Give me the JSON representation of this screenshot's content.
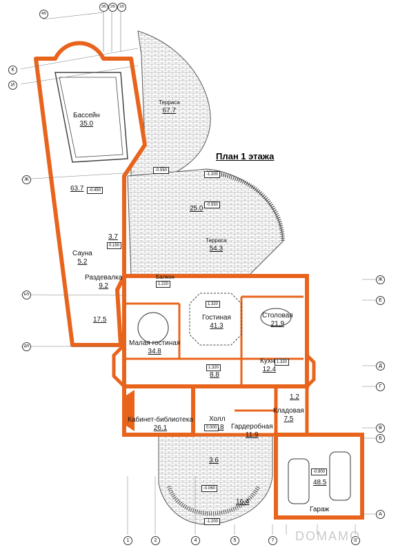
{
  "title": "План 1 этажа",
  "rooms": {
    "pool": {
      "name": "Бассейн",
      "area": "35.0"
    },
    "terrace": {
      "name": "Терраса",
      "area": "67.7"
    },
    "pool_hall": {
      "area": "63.7"
    },
    "room_3_7": {
      "area": "3.7"
    },
    "sauna": {
      "name": "Сауна",
      "area": "5.2"
    },
    "changing": {
      "name": "Раздевалка",
      "area": "9.2"
    },
    "balcony": {
      "name": "Балкон"
    },
    "terrace2": {
      "area": "25.0"
    },
    "terrace3": {
      "name": "Терраса",
      "area": "54.3"
    },
    "living": {
      "name": "Гостиная",
      "area": "41.3"
    },
    "dining": {
      "name": "Столовая",
      "area": "21.9"
    },
    "small_living": {
      "name": "Малая гостиная",
      "area": "34.8"
    },
    "stairs_room": {
      "area": "17.5"
    },
    "kitchen": {
      "name": "Кухня",
      "area": "12.4"
    },
    "corridor": {
      "area": "8.8"
    },
    "pantry_small": {
      "area": "1.2"
    },
    "storage": {
      "name": "Кладовая",
      "area": "7.5"
    },
    "library": {
      "name": "Кабинет-библиотека",
      "area": "26.1"
    },
    "hall": {
      "name": "Холл",
      "area": "16.8"
    },
    "wardrobe": {
      "name": "Гардеробная",
      "area": "11.9"
    },
    "garage": {
      "name": "Гараж",
      "area": "48.5"
    },
    "vestibule": {
      "area": "3.6"
    },
    "porch": {
      "area": "16.4"
    }
  },
  "levels": {
    "l1": "-1.200",
    "l2": "-0.550",
    "l3": "-0.450",
    "l4": "0.150",
    "l5": "1.320",
    "l6": "1.320",
    "l7": "1.320",
    "l8": "0.000",
    "l9": "-0.900",
    "l10": "-0.060",
    "l11": "-1.200",
    "l12": "-0.550",
    "l13": "1.220"
  },
  "axes": {
    "a1": "1",
    "a2": "2",
    "a4": "4",
    "a5": "5",
    "a7": "7",
    "a8": "8",
    "rA": "А",
    "rB": "Б",
    "rV": "В",
    "rG": "Г",
    "rD": "Д",
    "rE": "Е",
    "rZh": "Ж",
    "lK": "К",
    "lI": "И",
    "lZh": "Ж",
    "lE": "Е/5",
    "lD": "Д/5",
    "t1": "4/5",
    "t2": "3/5",
    "t3": "2/5",
    "t4": "1/5"
  },
  "watermark": "DOMAMO"
}
